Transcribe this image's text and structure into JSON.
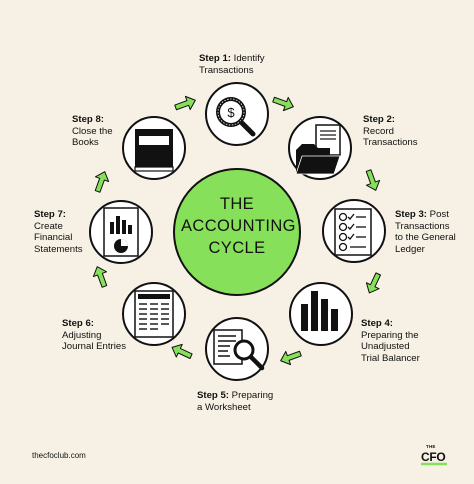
{
  "center": {
    "line1": "THE",
    "line2": "ACCOUNTING",
    "line3": "CYCLE"
  },
  "steps": [
    {
      "head": "Step 1:",
      "text1": " Identify",
      "text2": "Transactions",
      "icon": "magnifier-dollar-icon"
    },
    {
      "head": "Step 2:",
      "text1": "Record",
      "text2": "Transactions",
      "icon": "folder-documents-icon"
    },
    {
      "head": "Step 3:",
      "text1": " Post",
      "text2": "Transactions",
      "text3": "to the General",
      "text4": "Ledger",
      "icon": "checklist-icon"
    },
    {
      "head": "Step 4:",
      "text1": "Preparing the",
      "text2": "Unadjusted",
      "text3": "Trial Balancer",
      "icon": "bar-chart-icon"
    },
    {
      "head": "Step 5:",
      "text1": " Preparing",
      "text2": "a Worksheet",
      "icon": "document-magnifier-icon"
    },
    {
      "head": "Step 6:",
      "text1": "Adjusting",
      "text2": "Journal Entries",
      "icon": "journal-sheet-icon"
    },
    {
      "head": "Step 7:",
      "text1": "Create",
      "text2": "Financial",
      "text3": "Statements",
      "icon": "report-charts-icon"
    },
    {
      "head": "Step 8:",
      "text1": "Close the",
      "text2": "Books",
      "icon": "closed-book-icon"
    }
  ],
  "footer": {
    "site": "thecfoclub.com"
  },
  "logo": {
    "the": "THE",
    "cfo": "CFO"
  },
  "colors": {
    "background": "#f6f1e4",
    "accent_green": "#86e05a",
    "ink": "#111111",
    "circle_fill": "#ffffff"
  }
}
